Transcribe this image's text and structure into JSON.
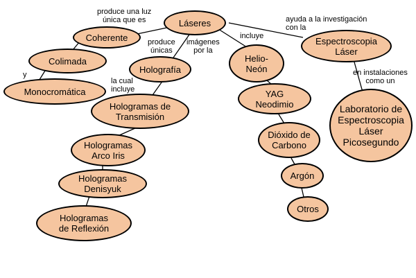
{
  "colors": {
    "node_fill": "#f5c59f",
    "node_stroke": "#000000",
    "line": "#000000",
    "background": "#ffffff"
  },
  "nodes": {
    "laseres": "Láseres",
    "coherente": "Coherente",
    "colimada": "Colimada",
    "monocromatica": "Monocromática",
    "holografia": "Holografía",
    "hologramas_transmision": "Hologramas de\nTransmisión",
    "hologramas_arco_iris": "Hologramas\nArco Iris",
    "hologramas_denisyuk": "Hologramas\nDenisyuk",
    "hologramas_reflexion": "Hologramas\nde Reflexión",
    "helio_neon": "Helio-\nNeón",
    "yag_neodimio": "YAG\nNeodimio",
    "dioxido_carbono": "Dióxido de\nCarbono",
    "argon": "Argón",
    "otros": "Otros",
    "espectroscopia_laser": "Espectroscopia\nLáser",
    "laboratorio": "Laboratorio de\nEspectroscopia\nLáser\nPicosegundo"
  },
  "links": {
    "produce_luz": "produce una luz\núnica que es",
    "y": "y",
    "produce_unicas": "produce\núnicas",
    "imagenes": "imágenes\npor la",
    "la_cual_incluye": "la cual\nincluye",
    "incluye": "incluye",
    "ayuda": "ayuda a la investigación\ncon la",
    "instalaciones": "en instalaciones\ncomo un"
  }
}
